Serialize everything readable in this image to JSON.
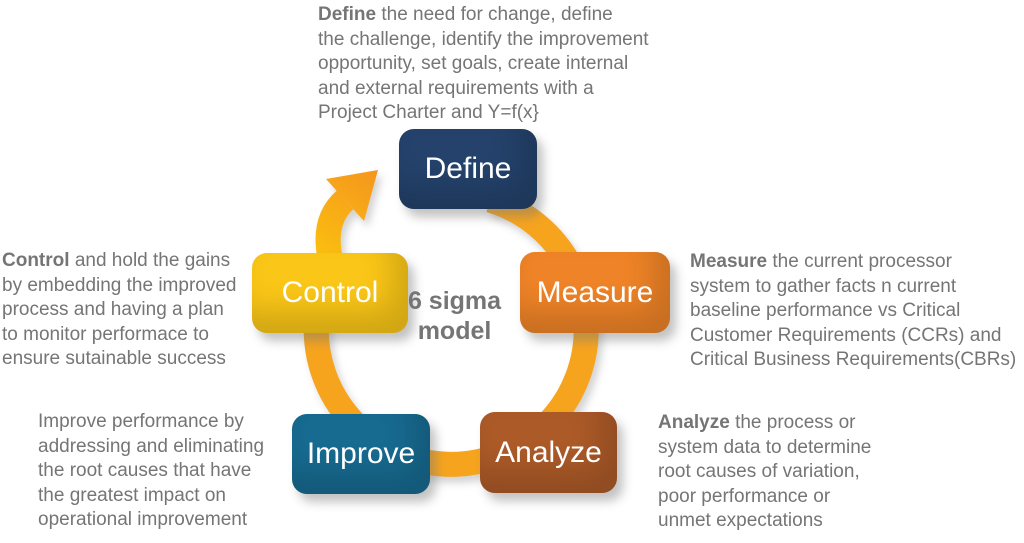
{
  "title": "6 sigma model diagram",
  "colors": {
    "ring": "#F6A41E",
    "arrow_gradient_start": "#FBC30E",
    "arrow_gradient_end": "#F5961E",
    "text_gray": "#757575",
    "node_text": "#FFFFFF",
    "background": "#FFFFFF"
  },
  "center_label": {
    "line1": "6 sigma",
    "line2": "model"
  },
  "nodes": {
    "define": {
      "label": "Define",
      "color": "#24426B"
    },
    "measure": {
      "label": "Measure",
      "color": "#EE8327"
    },
    "analyze": {
      "label": "Analyze",
      "color": "#AC5A28"
    },
    "improve": {
      "label": "Improve",
      "color": "#176A90"
    },
    "control": {
      "label": "Control",
      "color": "#FAC617"
    }
  },
  "descriptions": {
    "define": {
      "lead": "Define",
      "line1_rest": " the need for change, define",
      "line2": "the challenge, identify the improvement",
      "line3": "opportunity, set goals, create internal",
      "line4": "and external requirements with a",
      "line5": "Project Charter and Y=f(x}"
    },
    "measure": {
      "lead": "Measure",
      "line1_rest": " the current processor",
      "line2": "system to gather facts n current",
      "line3": "baseline performance vs Critical",
      "line4": "Customer Requirements (CCRs) and",
      "line5": "Critical Business Requirements(CBRs)"
    },
    "analyze": {
      "lead": "Analyze",
      "line1_rest": " the process or",
      "line2": "system data to determine",
      "line3": "root causes of variation,",
      "line4": "poor performance or",
      "line5": "unmet expectations"
    },
    "improve": {
      "lead": "",
      "line1_rest": "Improve performance by",
      "line2": "addressing and eliminating",
      "line3": "the root causes that have",
      "line4": "the greatest impact on",
      "line5": "operational improvement"
    },
    "control": {
      "lead": "Control",
      "line1_rest": " and hold the gains",
      "line2": "by embedding the improved",
      "line3": "process and having a plan",
      "line4": "to monitor performace to",
      "line5": "ensure sutainable success"
    }
  }
}
